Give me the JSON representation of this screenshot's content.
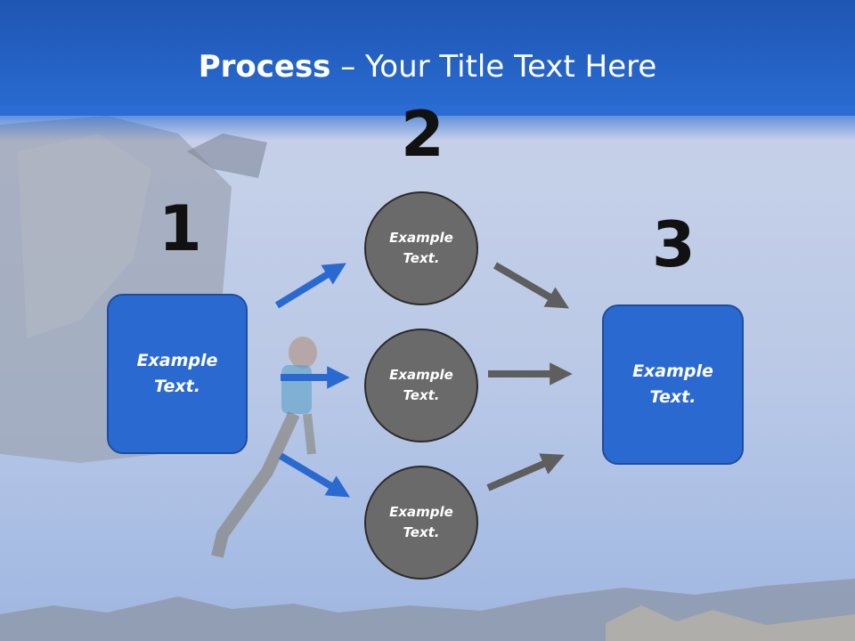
{
  "title": {
    "bold": "Process",
    "rest": " – Your Title Text Here"
  },
  "steps": {
    "n1": "1",
    "n2": "2",
    "n3": "3"
  },
  "left_box": {
    "line1": "Example",
    "line2": "Text."
  },
  "right_box": {
    "line1": "Example",
    "line2": "Text."
  },
  "circles": [
    {
      "line1": "Example",
      "line2": "Text."
    },
    {
      "line1": "Example",
      "line2": "Text."
    },
    {
      "line1": "Example",
      "line2": "Text."
    }
  ],
  "colors": {
    "header": "#2665c9",
    "box": "#2a6ad0",
    "circle": "#6a6a6a",
    "arrow_blue": "#2a6ad0",
    "arrow_gray": "#5e5e5e"
  }
}
